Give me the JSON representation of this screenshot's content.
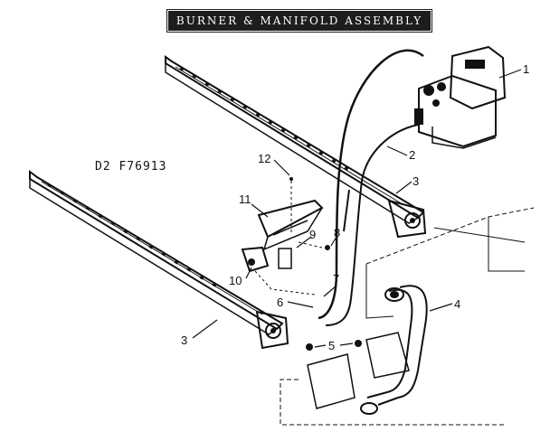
{
  "title": "BURNER & MANIFOLD ASSEMBLY",
  "model_code": "D2  F76913",
  "callouts": [
    {
      "id": "callout-1",
      "label": "1"
    },
    {
      "id": "callout-2",
      "label": "2"
    },
    {
      "id": "callout-3a",
      "label": "3"
    },
    {
      "id": "callout-3b",
      "label": "3"
    },
    {
      "id": "callout-4",
      "label": "4"
    },
    {
      "id": "callout-5",
      "label": "5"
    },
    {
      "id": "callout-6",
      "label": "6"
    },
    {
      "id": "callout-7",
      "label": "7"
    },
    {
      "id": "callout-8",
      "label": "8"
    },
    {
      "id": "callout-9",
      "label": "9"
    },
    {
      "id": "callout-10",
      "label": "10"
    },
    {
      "id": "callout-11",
      "label": "11"
    },
    {
      "id": "callout-12",
      "label": "12"
    }
  ]
}
